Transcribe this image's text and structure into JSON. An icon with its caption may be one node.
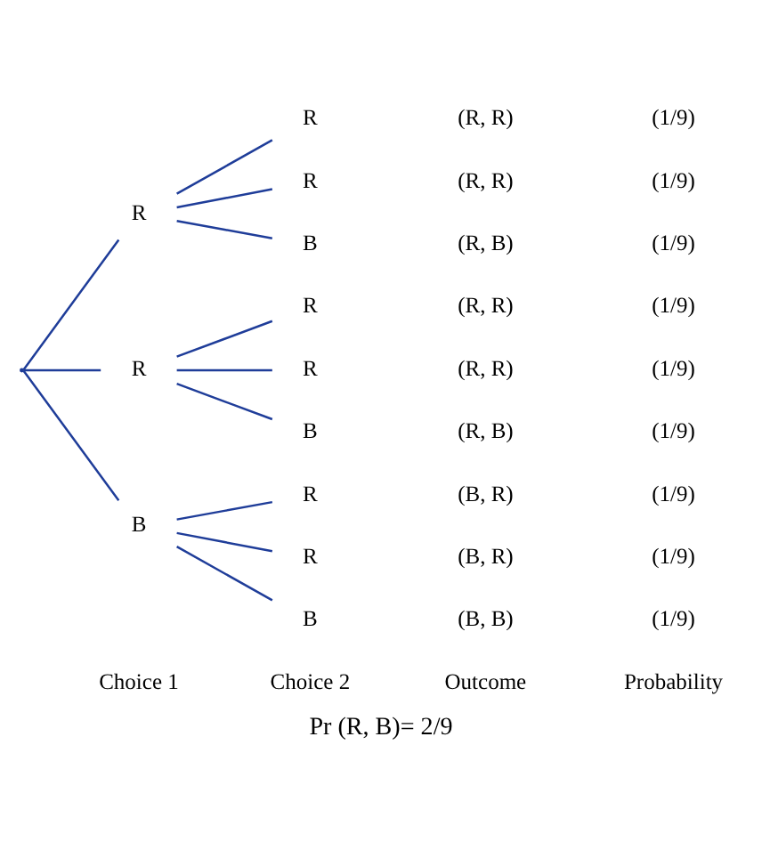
{
  "diagram": {
    "caption": "Pr (R, B)= 2/9",
    "nodes": [
      {
        "text": [],
        "shape": "point"
      },
      {
        "text": [
          "R"
        ]
      },
      {
        "text": [
          "R"
        ]
      },
      {
        "text": [
          "B"
        ]
      },
      {
        "text": [
          "R"
        ]
      },
      {
        "text": [
          "R"
        ]
      },
      {
        "text": [
          "B"
        ]
      },
      {
        "text": [
          "R"
        ]
      },
      {
        "text": [
          "R"
        ]
      },
      {
        "text": [
          "B"
        ]
      },
      {
        "text": [
          "R"
        ]
      },
      {
        "text": [
          "R"
        ]
      },
      {
        "text": [
          "B"
        ]
      }
    ],
    "edges": [
      {
        "from": 0,
        "to": 1,
        "arrow": "none"
      },
      {
        "from": 0,
        "to": 2,
        "arrow": "none"
      },
      {
        "from": 0,
        "to": 3,
        "arrow": "none"
      },
      {
        "from": 1,
        "to": 4,
        "arrow": "none"
      },
      {
        "from": 1,
        "to": 5,
        "arrow": "none"
      },
      {
        "from": 1,
        "to": 6,
        "arrow": "none"
      },
      {
        "from": 2,
        "to": 7,
        "arrow": "none"
      },
      {
        "from": 2,
        "to": 8,
        "arrow": "none"
      },
      {
        "from": 2,
        "to": 9,
        "arrow": "none"
      },
      {
        "from": 3,
        "to": 10,
        "arrow": "none"
      },
      {
        "from": 3,
        "to": 11,
        "arrow": "none"
      },
      {
        "from": 3,
        "to": 12,
        "arrow": "none"
      }
    ],
    "labels": [
      "Choice 1",
      "Choice 2",
      "Outcome",
      "Probability",
      "(R, R)",
      "(1/9)",
      "(R, R)",
      "(1/9)",
      "(R, B)",
      "(1/9)",
      "(R, R)",
      "(1/9)",
      "(R, R)",
      "(1/9)",
      "(R, B)",
      "(1/9)",
      "(B, R)",
      "(1/9)",
      "(B, R)",
      "(1/9)",
      "(B, B)",
      "(1/9)"
    ]
  }
}
